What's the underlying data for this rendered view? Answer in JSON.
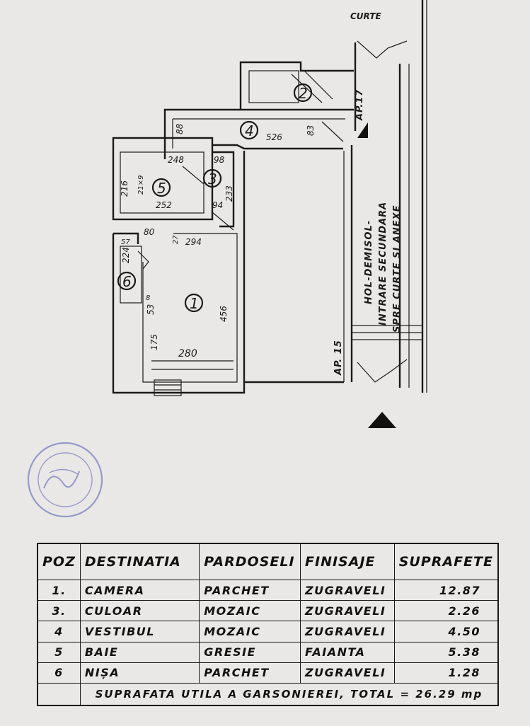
{
  "plan": {
    "outside_label": "CURTE",
    "hall_label_1": "HOL-DEMISOL-",
    "hall_label_2": "INTRARE SECUNDARA",
    "hall_label_3": "SPRE CURTE SI ANEXE",
    "ap_top": "AP.17",
    "ap_bottom": "AP. 15",
    "rooms": [
      {
        "number": "1"
      },
      {
        "number": "2"
      },
      {
        "number": "3"
      },
      {
        "number": "4"
      },
      {
        "number": "5"
      },
      {
        "number": "6"
      }
    ],
    "dimensions": {
      "d88": "88",
      "d526": "526",
      "d83": "83",
      "d248": "248",
      "d98": "98",
      "d216": "216",
      "d21x9": "21×9",
      "d252": "252",
      "d233": "233",
      "d94": "94",
      "d80": "80",
      "d57": "57",
      "d27": "27",
      "d294": "294",
      "d224": "224",
      "d456": "456",
      "d8": "8",
      "d53": "53",
      "d175": "175",
      "d280": "280"
    }
  },
  "table": {
    "headers": [
      "POZ",
      "DESTINATIA",
      "PARDOSELI",
      "FINISAJE",
      "SUPRAFETE"
    ],
    "rows": [
      {
        "poz": "1.",
        "destinatia": "CAMERA",
        "pardoseli": "PARCHET",
        "finisaje": "ZUGRAVELI",
        "suprafete": "12.87"
      },
      {
        "poz": "3.",
        "destinatia": "CULOAR",
        "pardoseli": "MOZAIC",
        "finisaje": "ZUGRAVELI",
        "suprafete": "2.26"
      },
      {
        "poz": "4",
        "destinatia": "VESTIBUL",
        "pardoseli": "MOZAIC",
        "finisaje": "ZUGRAVELI",
        "suprafete": "4.50"
      },
      {
        "poz": "5",
        "destinatia": "BAIE",
        "pardoseli": "GRESIE",
        "finisaje": "FAIANTA",
        "suprafete": "5.38"
      },
      {
        "poz": "6",
        "destinatia": "NIȘA",
        "pardoseli": "PARCHET",
        "finisaje": "ZUGRAVELI",
        "suprafete": "1.28"
      }
    ],
    "total": "SUPRAFATA UTILA A GARSONIEREI, TOTAL = 26.29 mp"
  },
  "colors": {
    "paper": "#e9e8e6",
    "ink": "#1a1a1a",
    "stamp": "#7a7ec0"
  }
}
